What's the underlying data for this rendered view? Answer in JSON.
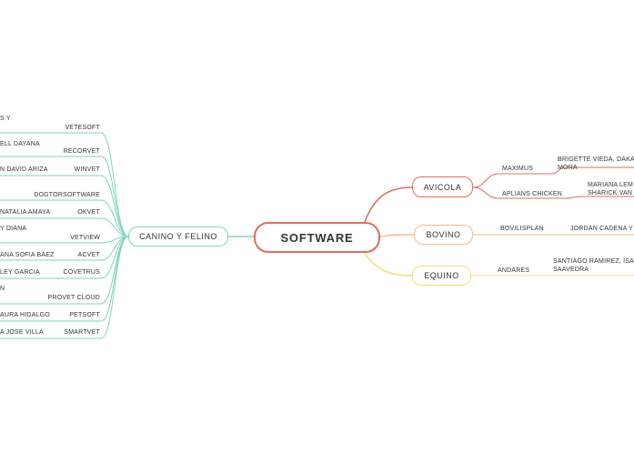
{
  "root": {
    "label": "SOFTWARE"
  },
  "colors": {
    "avicola": "#e06d5e",
    "bovino": "#f6b98f",
    "equino": "#f8dc75",
    "canino": "#7fd6bd"
  },
  "avicola": {
    "label": "AVICOLA",
    "items": [
      {
        "name": "MAXIMUS",
        "detail_1": "BRIGETTE VIEDA, DAKA",
        "detail_2": "MORA"
      },
      {
        "name": "APLIANS CHICKEN",
        "detail_1": "MARIANA LEM",
        "detail_2": "SHARICK VAN"
      }
    ]
  },
  "bovino": {
    "label": "BOVINO",
    "items": [
      {
        "name": "BOVILISPLAN",
        "detail_1": "JORDAN CADENA Y"
      }
    ]
  },
  "equino": {
    "label": "EQUINO",
    "items": [
      {
        "name": "ANDARES",
        "detail_1": "SANTIAGO RAMIREZ, ISA",
        "detail_2": "SAAVEDRA"
      }
    ]
  },
  "canino": {
    "label": "CANINO Y FELINO",
    "items": [
      {
        "name": "VETESOFT",
        "author": "S Y"
      },
      {
        "name": "RECORVET",
        "author": "ELL DAYANA"
      },
      {
        "name": "WINVET",
        "author": "N DAVID ARIZA"
      },
      {
        "name": "DOGTORSOFTWARE",
        "author": ""
      },
      {
        "name": "OKVET",
        "author": "NATALIA AMAYA"
      },
      {
        "name": "VETVIEW",
        "author": "Y DIANA"
      },
      {
        "name": "ACVET",
        "author": "ANA SOFIA BAEZ"
      },
      {
        "name": "COVETRUS",
        "author": "LEY GARCIA"
      },
      {
        "name": "PROVET CLOUD",
        "author": "N"
      },
      {
        "name": "PETSOFT",
        "author": "AURA HIDALGO"
      },
      {
        "name": "SMARTVET",
        "author": "A JOSE VILLA"
      }
    ]
  }
}
